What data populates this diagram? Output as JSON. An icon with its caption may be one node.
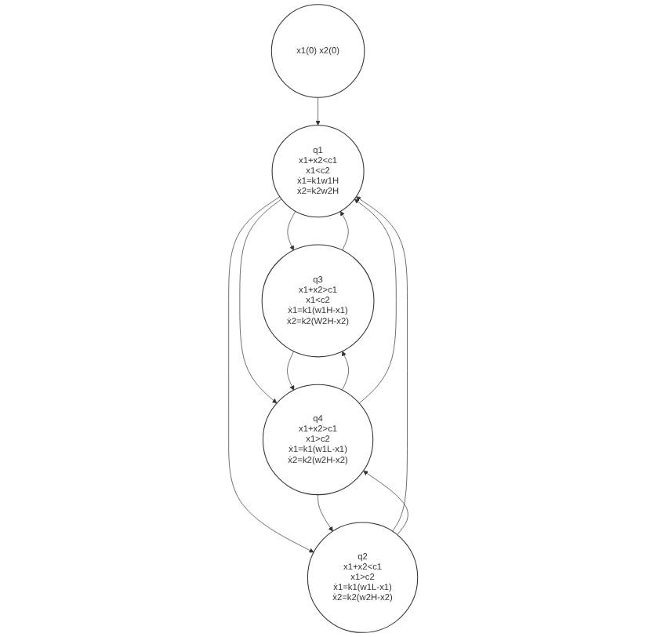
{
  "diagram": {
    "nodes": [
      {
        "text": [
          "x1(0) x2(0)"
        ]
      },
      {
        "text": [
          "q1",
          "x1+x2<c1",
          "x1<c2",
          "ẋ1=k1w1H",
          "ẋ2=k2w2H"
        ]
      },
      {
        "text": [
          "q3",
          "x1+x2>c1",
          "x1<c2",
          "ẋ1=k1(w1H-x1)",
          "ẋ2=k2(W2H-x2)"
        ]
      },
      {
        "text": [
          "q2",
          "x1+x2<c1",
          "x1>c2",
          "ẋ1=k1(w1L-x1)",
          "ẋ2=k2(w2H-x2)"
        ]
      },
      {
        "text": [
          "q4",
          "x1+x2>c1",
          "x1>c2",
          "ẋ1=k1(w1L-x1)",
          "ẋ2=k2(w2H-x2)"
        ]
      }
    ],
    "edges": [
      {
        "from": 0,
        "to": 1,
        "arrow": "to"
      },
      {
        "from": 1,
        "to": 2,
        "arrow": "to"
      },
      {
        "from": 2,
        "to": 1,
        "arrow": "to"
      },
      {
        "from": 1,
        "to": 4,
        "arrow": "to"
      },
      {
        "from": 2,
        "to": 4,
        "arrow": "to"
      },
      {
        "from": 4,
        "to": 2,
        "arrow": "to"
      },
      {
        "from": 1,
        "to": 3,
        "arrow": "to"
      },
      {
        "from": 3,
        "to": 1,
        "arrow": "to"
      },
      {
        "from": 4,
        "to": 1,
        "arrow": "to"
      },
      {
        "from": 3,
        "to": 4,
        "arrow": "to"
      },
      {
        "from": 4,
        "to": 3,
        "arrow": "to"
      }
    ]
  }
}
